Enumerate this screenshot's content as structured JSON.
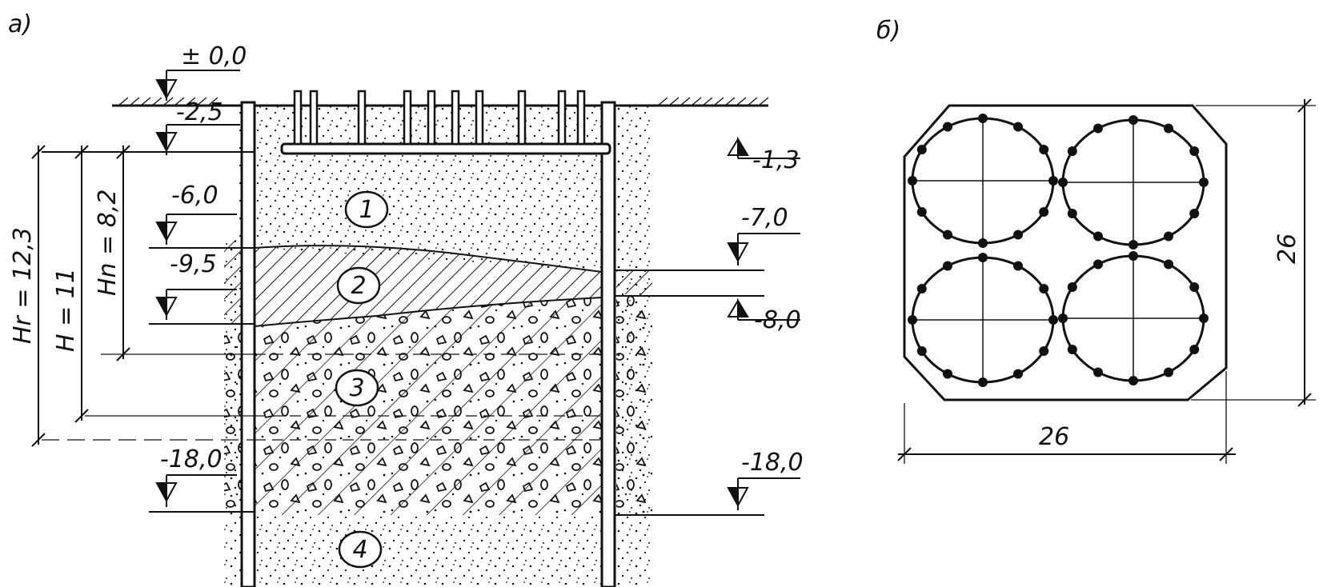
{
  "panel_a": {
    "label": "а)",
    "elevations": {
      "ground": "± 0,0",
      "pit_bottom_left": "-2,5",
      "layer1_bottom": "-6,0",
      "layer2_bottom": "-9,5",
      "layer3_bottom_left": "-18,0",
      "slab_top": "-1,3",
      "layer2_top_right": "-7,0",
      "layer3_top_right": "-8,0",
      "layer3_bottom_right": "-18,0"
    },
    "dimensions": {
      "hr": "Hr = 12,3",
      "h": "H = 11",
      "hn": "Hn = 8,2"
    },
    "layers": [
      "1",
      "2",
      "3",
      "4"
    ]
  },
  "panel_b": {
    "label": "б)",
    "width_dim": "26",
    "height_dim": "26"
  },
  "colors": {
    "ink": "#111111",
    "paper": "#ffffff"
  }
}
